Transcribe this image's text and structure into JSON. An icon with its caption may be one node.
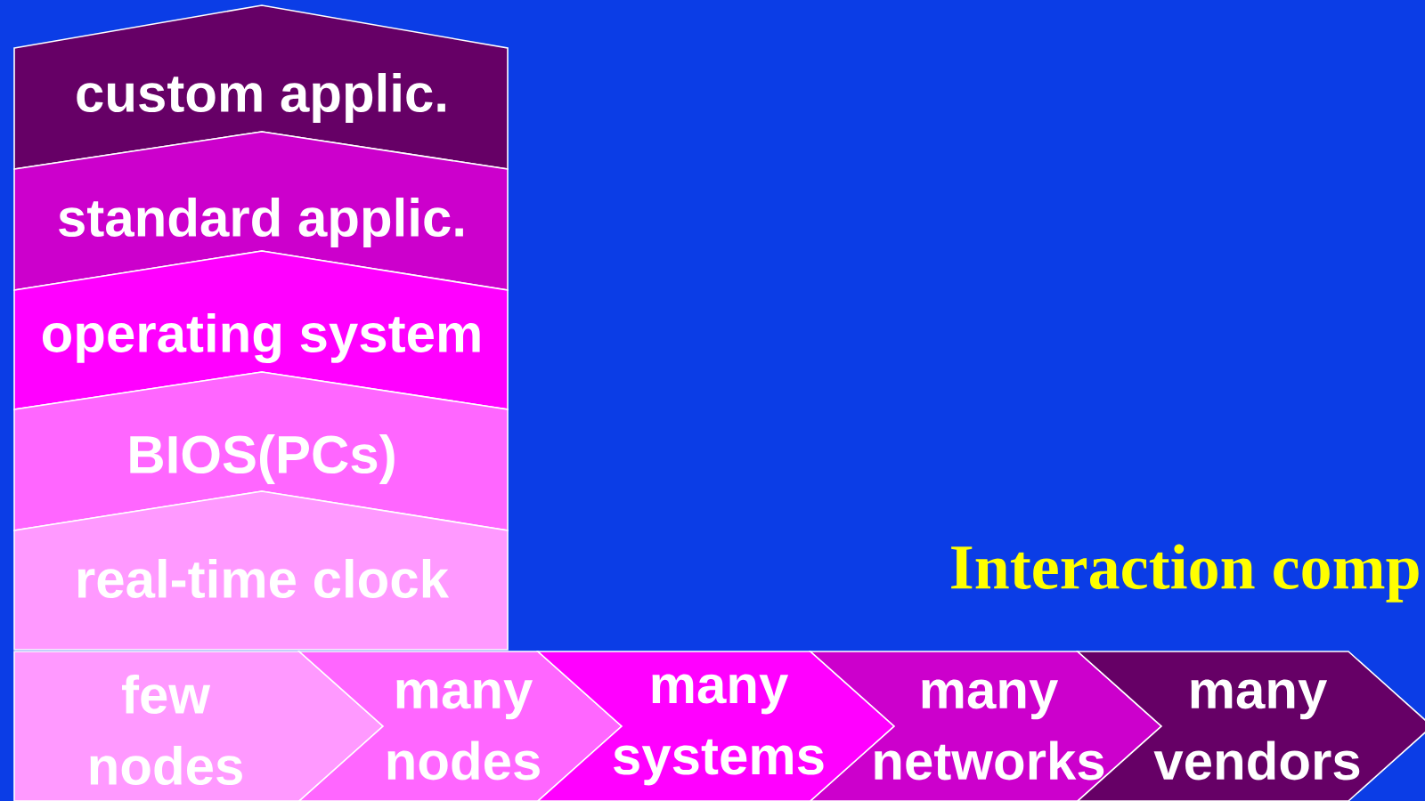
{
  "diagram": {
    "nodes": [
      {
        "text": [
          "custom applic."
        ]
      },
      {
        "text": [
          "standard applic."
        ]
      },
      {
        "text": [
          "operating system"
        ]
      },
      {
        "text": [
          "BIOS(PCs)"
        ]
      },
      {
        "text": [
          "real-time clock"
        ]
      },
      {
        "text": [
          "few nodes"
        ]
      },
      {
        "text": [
          "many nodes"
        ]
      },
      {
        "text": [
          "many systems"
        ]
      },
      {
        "text": [
          "many networks"
        ]
      },
      {
        "text": [
          "many vendors"
        ]
      }
    ],
    "labels": [
      "Interaction comp"
    ]
  }
}
